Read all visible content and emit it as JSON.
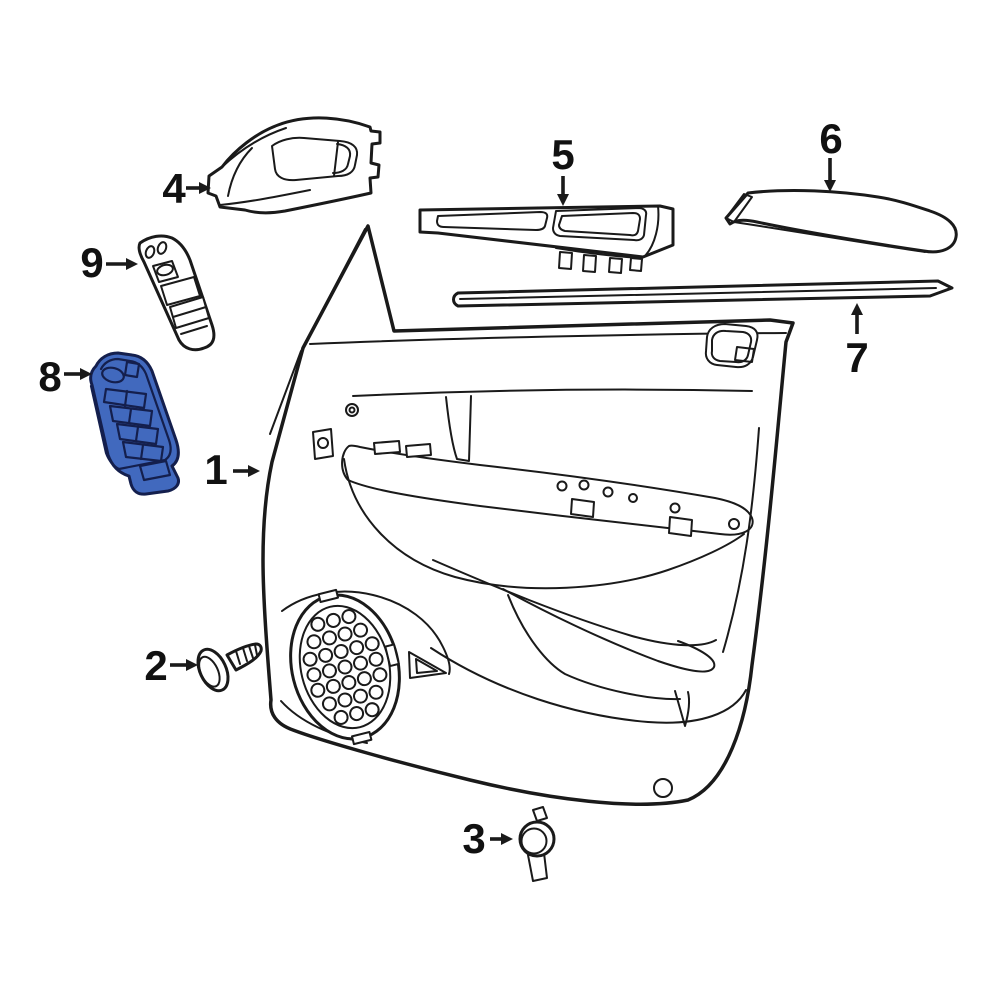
{
  "colors": {
    "line": "#1a1a1a",
    "background": "#ffffff",
    "highlight_fill": "#4169be",
    "highlight_stroke": "#141f4d",
    "label": "#111111"
  },
  "callouts": {
    "c1": {
      "label": "1"
    },
    "c2": {
      "label": "2"
    },
    "c3": {
      "label": "3"
    },
    "c4": {
      "label": "4"
    },
    "c5": {
      "label": "5"
    },
    "c6": {
      "label": "6"
    },
    "c7": {
      "label": "7"
    },
    "c8": {
      "label": "8"
    },
    "c9": {
      "label": "9"
    }
  }
}
